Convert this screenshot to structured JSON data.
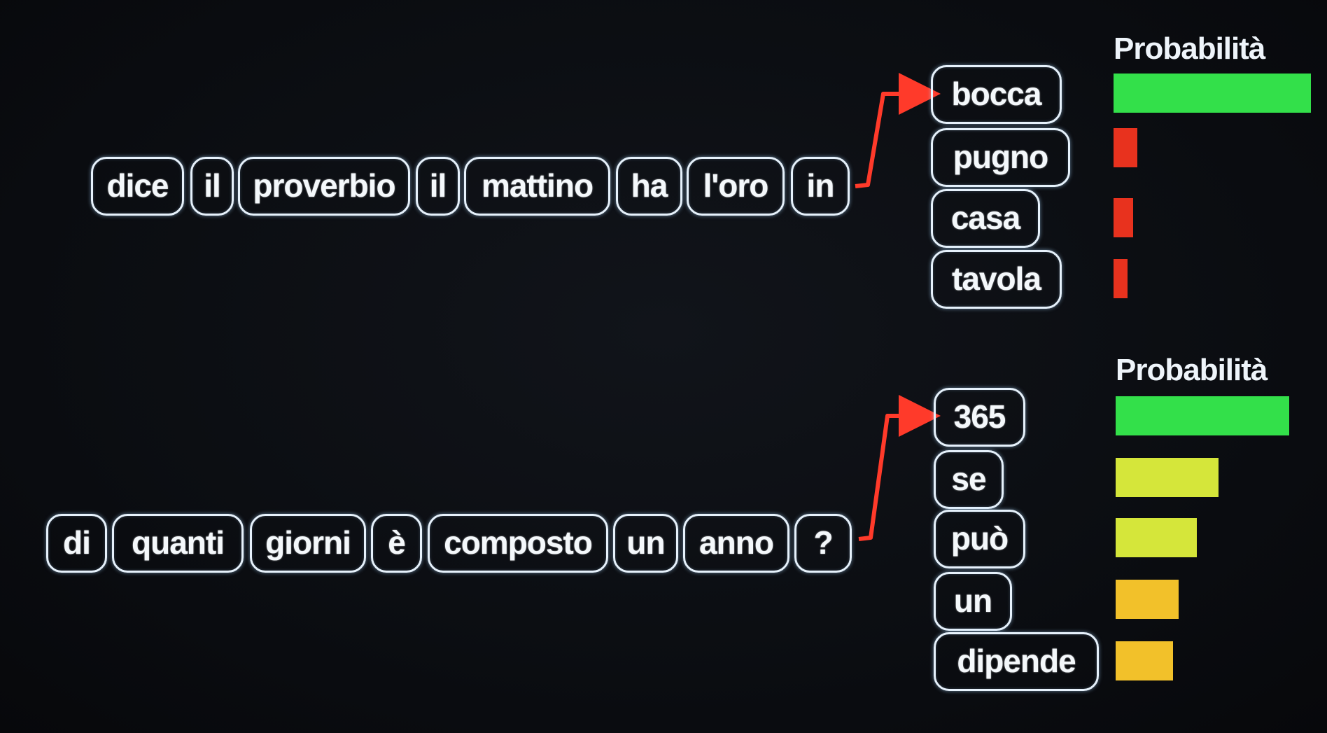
{
  "panels": [
    {
      "prompt_tokens": [
        "dice",
        "il",
        "proverbio",
        "il",
        "mattino",
        "ha",
        "l'oro",
        "in"
      ],
      "probability_header": "Probabilità",
      "candidates": [
        {
          "label": "bocca",
          "probability": 1.0,
          "color": "#33e04a"
        },
        {
          "label": "pugno",
          "probability": 0.12,
          "color": "#e8321e"
        },
        {
          "label": "casa",
          "probability": 0.1,
          "color": "#e8321e"
        },
        {
          "label": "tavola",
          "probability": 0.07,
          "color": "#e8321e"
        }
      ]
    },
    {
      "prompt_tokens": [
        "di",
        "quanti",
        "giorni",
        "è",
        "composto",
        "un",
        "anno",
        "?"
      ],
      "probability_header": "Probabilità",
      "candidates": [
        {
          "label": "365",
          "probability": 0.88,
          "color": "#33e04a"
        },
        {
          "label": "se",
          "probability": 0.52,
          "color": "#d5e63a"
        },
        {
          "label": "può",
          "probability": 0.41,
          "color": "#d5e63a"
        },
        {
          "label": "un",
          "probability": 0.32,
          "color": "#f2c12a"
        },
        {
          "label": "dipende",
          "probability": 0.29,
          "color": "#f2c12a"
        }
      ]
    }
  ],
  "arrow_color": "#ff3a2a"
}
